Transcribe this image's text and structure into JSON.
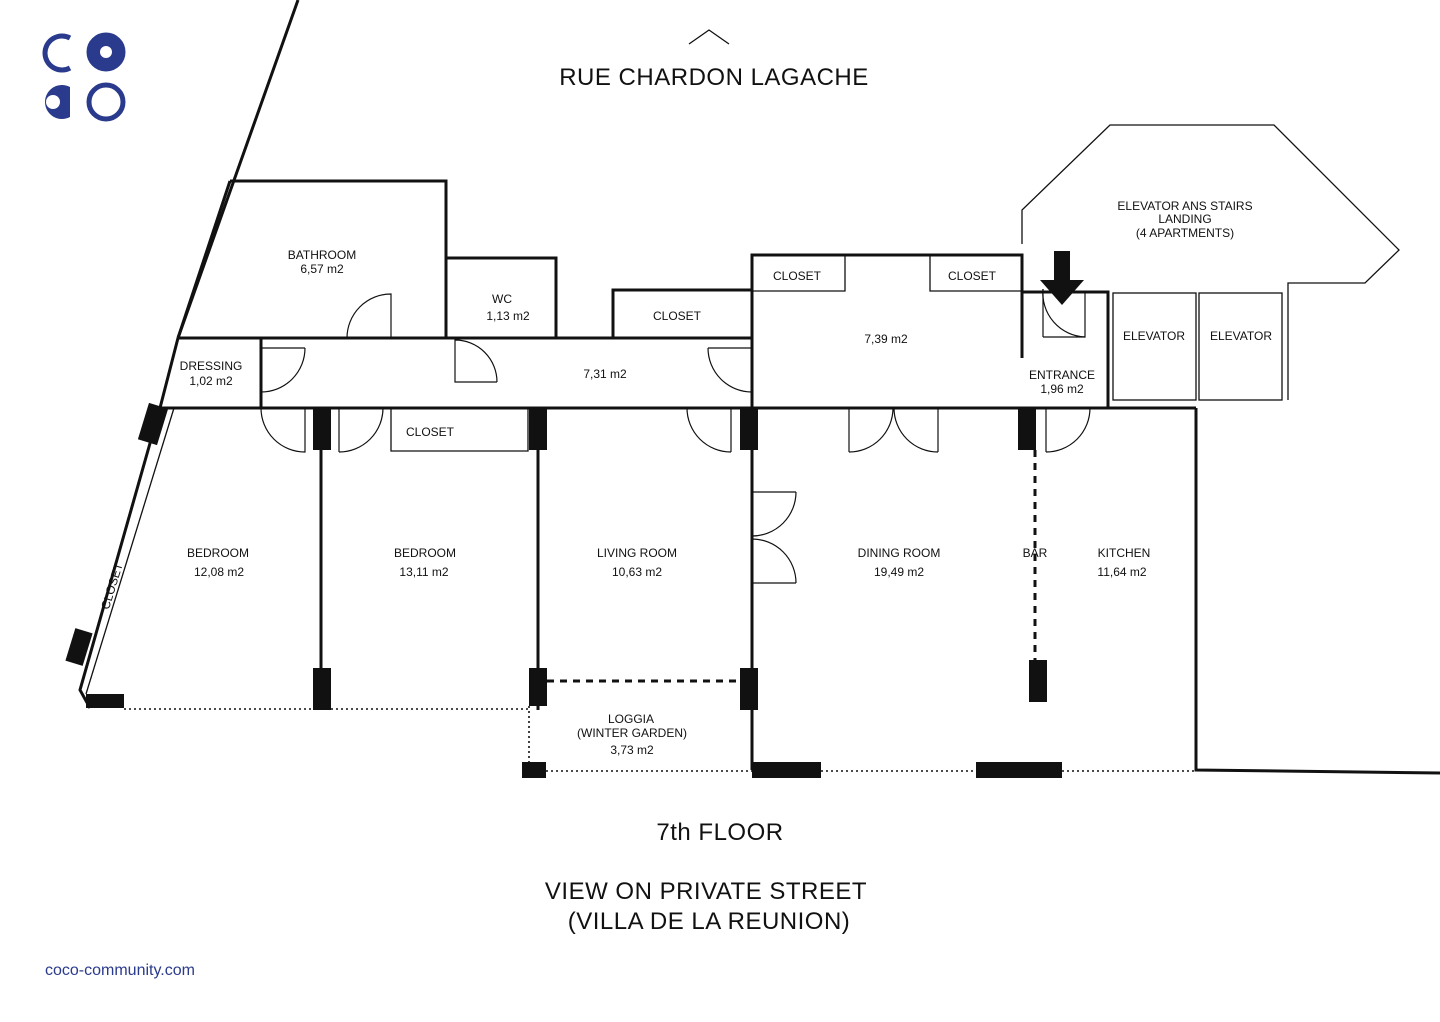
{
  "brand": {
    "logo_letters": [
      "C",
      "O",
      "C",
      "O"
    ],
    "website": "coco-community.com",
    "color": "#2a3a8c"
  },
  "headings": {
    "street_top": "RUE CHARDON LAGACHE",
    "floor": "7th FLOOR",
    "view_line1": "VIEW ON PRIVATE STREET",
    "view_line2": "(VILLA DE LA REUNION)"
  },
  "rooms": {
    "bathroom": {
      "name": "BATHROOM",
      "area": "6,57 m2"
    },
    "wc": {
      "name": "WC",
      "area": "1,13 m2"
    },
    "closet_hall": {
      "name": "CLOSET"
    },
    "closet_top1": {
      "name": "CLOSET"
    },
    "closet_top2": {
      "name": "CLOSET"
    },
    "closet_bed": {
      "name": "CLOSET"
    },
    "closet_diag": {
      "name": "CLOSET"
    },
    "dressing": {
      "name": "DRESSING",
      "area": "1,02 m2"
    },
    "hall": {
      "area": "7,31 m2"
    },
    "foyer": {
      "area": "7,39 m2"
    },
    "entrance": {
      "name": "ENTRANCE",
      "area": "1,96 m2"
    },
    "landing": {
      "line1": "ELEVATOR ANS STAIRS",
      "line2": "LANDING",
      "line3": "(4 APARTMENTS)"
    },
    "elevator1": {
      "name": "ELEVATOR"
    },
    "elevator2": {
      "name": "ELEVATOR"
    },
    "bedroom1": {
      "name": "BEDROOM",
      "area": "12,08 m2"
    },
    "bedroom2": {
      "name": "BEDROOM",
      "area": "13,11 m2"
    },
    "living": {
      "name": "LIVING ROOM",
      "area": "10,63 m2"
    },
    "dining": {
      "name": "DINING ROOM",
      "area": "19,49 m2"
    },
    "bar": {
      "name": "BAR"
    },
    "kitchen": {
      "name": "KITCHEN",
      "area": "11,64 m2"
    },
    "loggia": {
      "line1": "LOGGIA",
      "line2": "(WINTER GARDEN)",
      "area": "3,73 m2"
    }
  }
}
